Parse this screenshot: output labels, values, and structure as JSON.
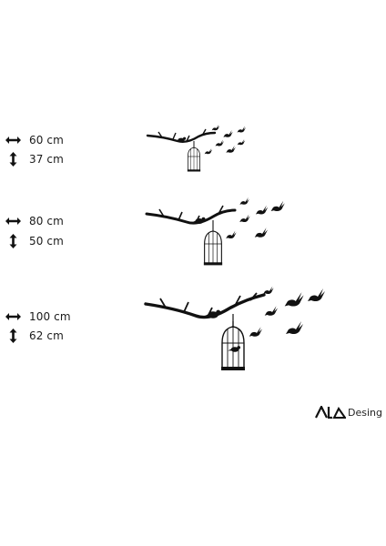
{
  "sizes": [
    {
      "width": "60 cm",
      "height": "37 cm"
    },
    {
      "width": "80 cm",
      "height": "50 cm"
    },
    {
      "width": "100 cm",
      "height": "62 cm"
    }
  ],
  "icons": {
    "width": "horizontal-arrow-icon",
    "height": "vertical-arrow-icon"
  },
  "brand": {
    "logo_letters": "ALD",
    "name": "Desing"
  },
  "colors": {
    "ink": "#111111",
    "background": "#ffffff"
  }
}
